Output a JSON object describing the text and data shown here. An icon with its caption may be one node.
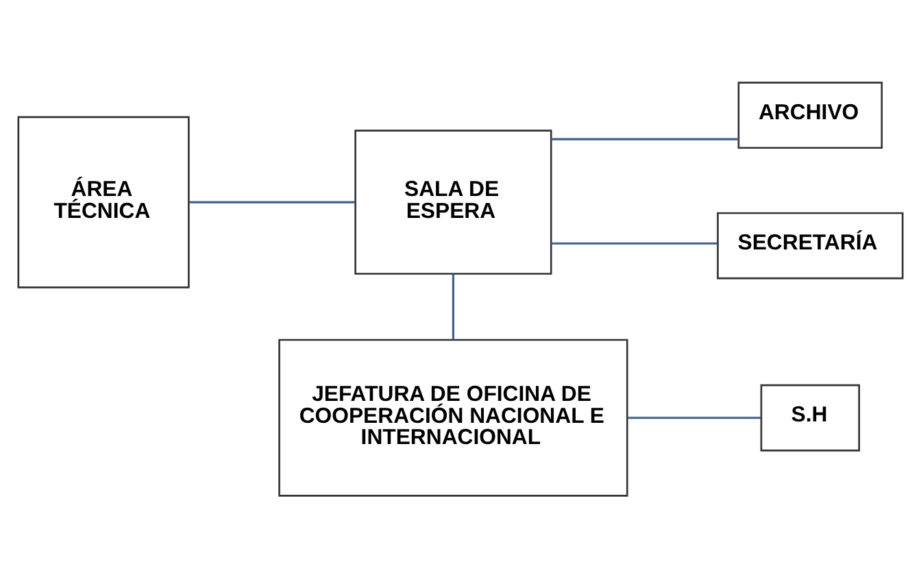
{
  "diagram": {
    "nodes": [
      {
        "text": [
          "ÁREA TÉCNICA"
        ]
      },
      {
        "text": [
          "SALA DE ESPERA"
        ]
      },
      {
        "text": [
          "ARCHIVO"
        ]
      },
      {
        "text": [
          "SECRETARÍA"
        ]
      },
      {
        "text": [
          "JEFATURA DE OFICINA DE COOPERACIÓN NACIONAL E INTERNACIONAL"
        ]
      },
      {
        "text": [
          "S.H"
        ]
      }
    ],
    "edges": [
      {
        "from": 0,
        "to": 1,
        "arrow": "none"
      },
      {
        "from": 1,
        "to": 2,
        "arrow": "none"
      },
      {
        "from": 1,
        "to": 3,
        "arrow": "none"
      },
      {
        "from": 1,
        "to": 4,
        "arrow": "none"
      },
      {
        "from": 4,
        "to": 5,
        "arrow": "none"
      }
    ]
  }
}
